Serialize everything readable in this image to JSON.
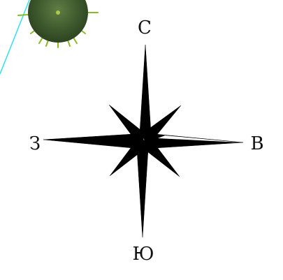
{
  "compass": {
    "north": "С",
    "east": "В",
    "south": "Ю",
    "west": "З"
  },
  "colors": {
    "rose": "#000000",
    "label": "#111111",
    "line": "#33ddee",
    "sun_body": "#3f5a2e",
    "sun_ray": "#88bb22",
    "sun_center": "#aacc44"
  },
  "icons": {
    "rose": "compass-rose-icon",
    "sun": "sun-icon"
  }
}
